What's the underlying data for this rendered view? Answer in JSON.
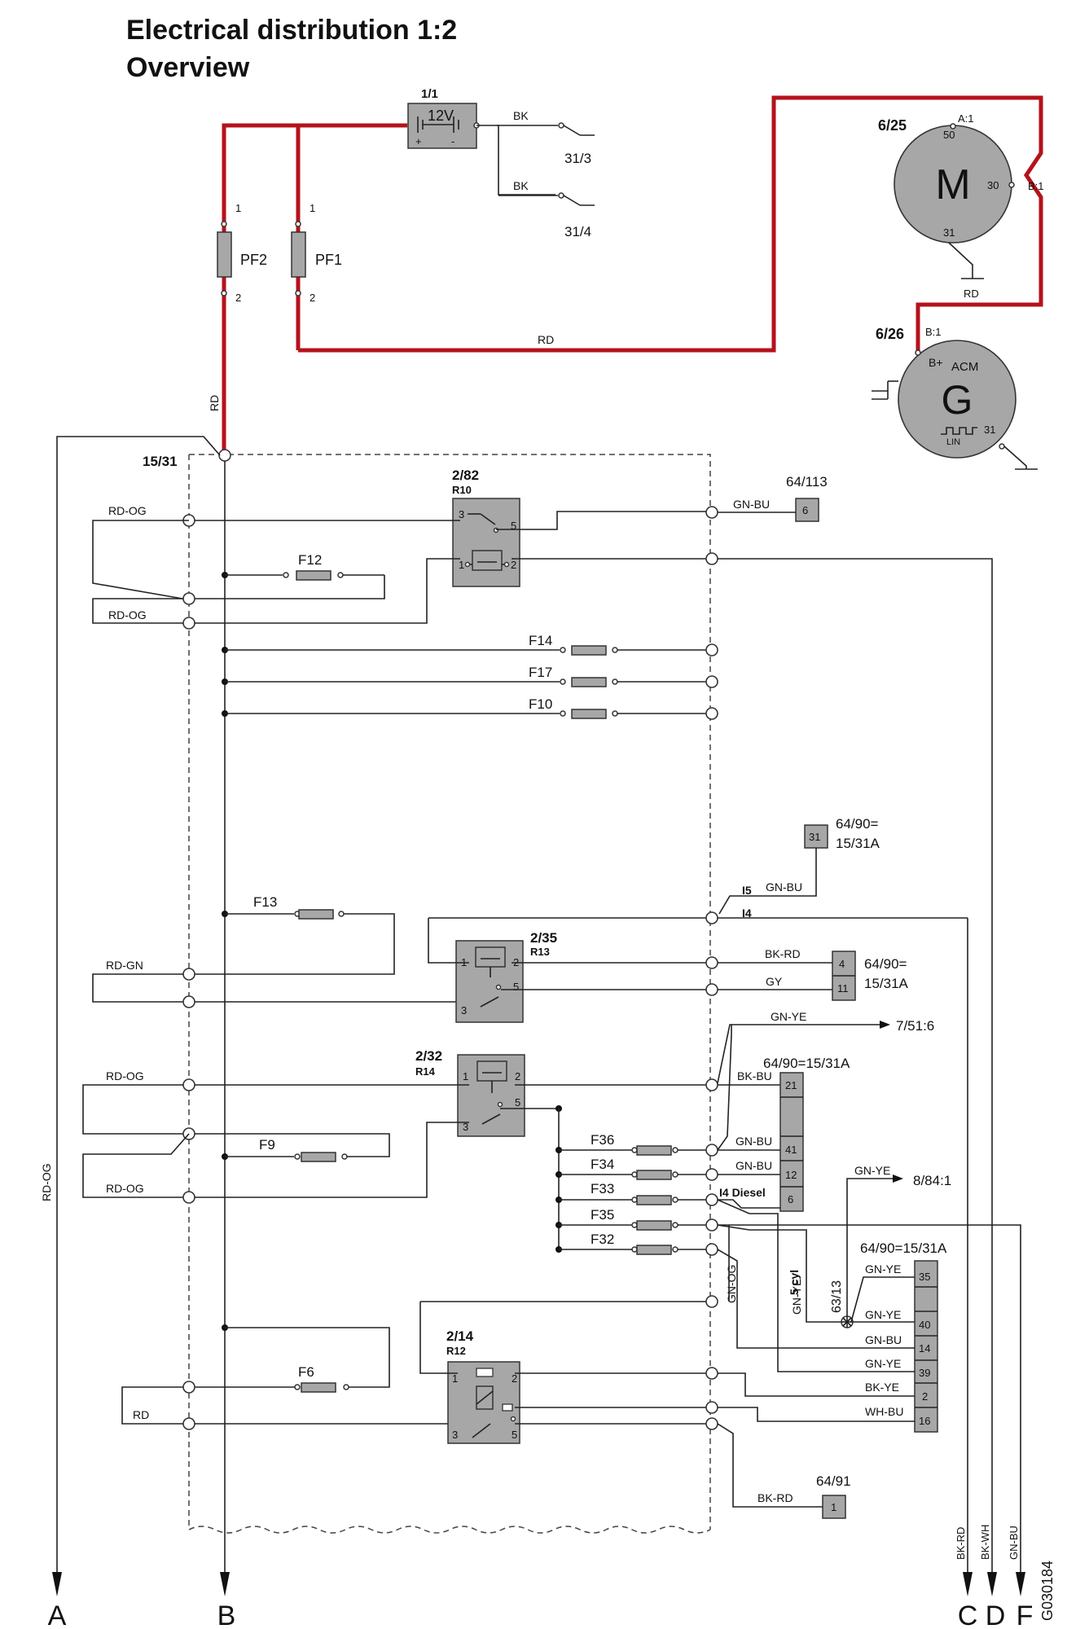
{
  "title": "Electrical distribution 1:2",
  "subtitle": "Overview",
  "image_code": "G030184",
  "colors": {
    "power_wire": "#b5121b",
    "component_fill": "#a7a7a7"
  },
  "components": {
    "battery": {
      "ref": "1/1",
      "label": "12V",
      "plus": "+",
      "minus": "-"
    },
    "grounds": [
      "31/3",
      "31/4"
    ],
    "starter": {
      "ref": "6/25",
      "symbol": "M",
      "pin_a1": "A:1",
      "pin_50": "50",
      "pin_30": "30",
      "pin_b1": "B:1",
      "pin_31": "31"
    },
    "alternator": {
      "ref": "6/26",
      "symbol": "G",
      "pin_b1": "B:1",
      "pin_bplus": "B+",
      "acm": "ACM",
      "pin_31": "31",
      "lin": "LIN"
    },
    "distribution": {
      "ref": "15/31"
    },
    "pf2": {
      "label": "PF2",
      "pin1": "1",
      "pin2": "2"
    },
    "pf1": {
      "label": "PF1",
      "pin1": "1",
      "pin2": "2"
    },
    "relay_r10": {
      "ref": "2/82",
      "name": "R10",
      "p1": "1",
      "p2": "2",
      "p3": "3",
      "p5": "5"
    },
    "relay_r13": {
      "ref": "2/35",
      "name": "R13",
      "p1": "1",
      "p2": "2",
      "p3": "3",
      "p5": "5"
    },
    "relay_r14": {
      "ref": "2/32",
      "name": "R14",
      "p1": "1",
      "p2": "2",
      "p3": "3",
      "p5": "5"
    },
    "relay_r12": {
      "ref": "2/14",
      "name": "R12",
      "p1": "1",
      "p2": "2",
      "p3": "3",
      "p5": "5"
    },
    "fuses": {
      "f12": "F12",
      "f14": "F14",
      "f17": "F17",
      "f10": "F10",
      "f13": "F13",
      "f9": "F9",
      "f36": "F36",
      "f34": "F34",
      "f33": "F33",
      "f35": "F35",
      "f32": "F32",
      "f6": "F6"
    },
    "conn_64_113": {
      "ref": "64/113",
      "pin": "6"
    },
    "conn_64_90_a": {
      "ref_line1": "64/90=",
      "ref_line2": "15/31A",
      "pin": "31"
    },
    "conn_64_90_b": {
      "ref_line1": "64/90=",
      "ref_line2": "15/31A",
      "pins": [
        "4",
        "11"
      ]
    },
    "conn_64_90_c": {
      "ref": "64/90=15/31A",
      "pins": [
        "21",
        "41",
        "12",
        "6"
      ]
    },
    "conn_64_90_d": {
      "ref": "64/90=15/31A",
      "pins": [
        "35",
        "40",
        "14",
        "39",
        "2",
        "16"
      ]
    },
    "conn_64_91": {
      "ref": "64/91",
      "pin": "1"
    },
    "splice_63_13": {
      "ref": "63/13"
    },
    "refs": {
      "r7_51": "7/51:6",
      "r8_84": "8/84:1"
    },
    "variants": {
      "i5": "I5",
      "i4": "I4",
      "i4_diesel": "I4 Diesel",
      "cyl5": "5 cyl"
    }
  },
  "wires": {
    "bk": "BK",
    "rd": "RD",
    "rd_og": "RD-OG",
    "rd_gn": "RD-GN",
    "gn_bu": "GN-BU",
    "bk_rd": "BK-RD",
    "gy": "GY",
    "gn_ye": "GN-YE",
    "bk_bu": "BK-BU",
    "gn_og": "GN-OG",
    "bk_ye": "BK-YE",
    "wh_bu": "WH-BU",
    "bk_wh": "BK-WH"
  },
  "outputs": [
    "A",
    "B",
    "C",
    "D",
    "F"
  ]
}
